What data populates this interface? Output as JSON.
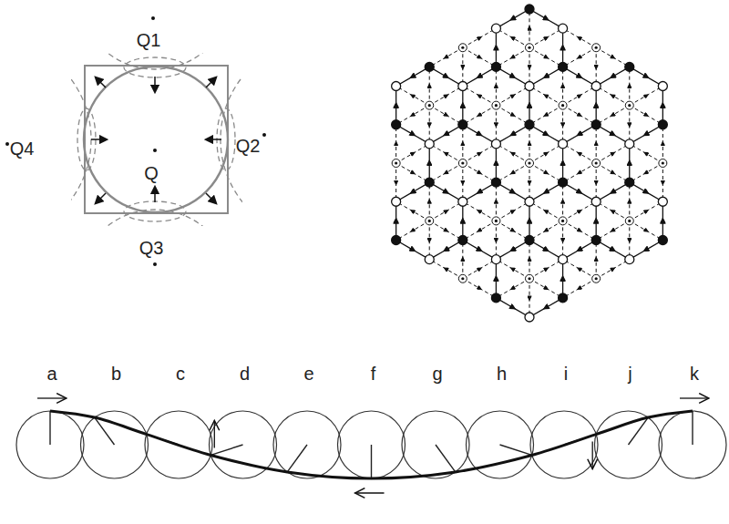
{
  "diagram": {
    "labels": [
      "Q1",
      "Q4",
      "Q",
      "Q2",
      "Q3",
      "a",
      "b",
      "c",
      "d",
      "e",
      "f",
      "g",
      "h",
      "i",
      "j",
      "k"
    ]
  }
}
